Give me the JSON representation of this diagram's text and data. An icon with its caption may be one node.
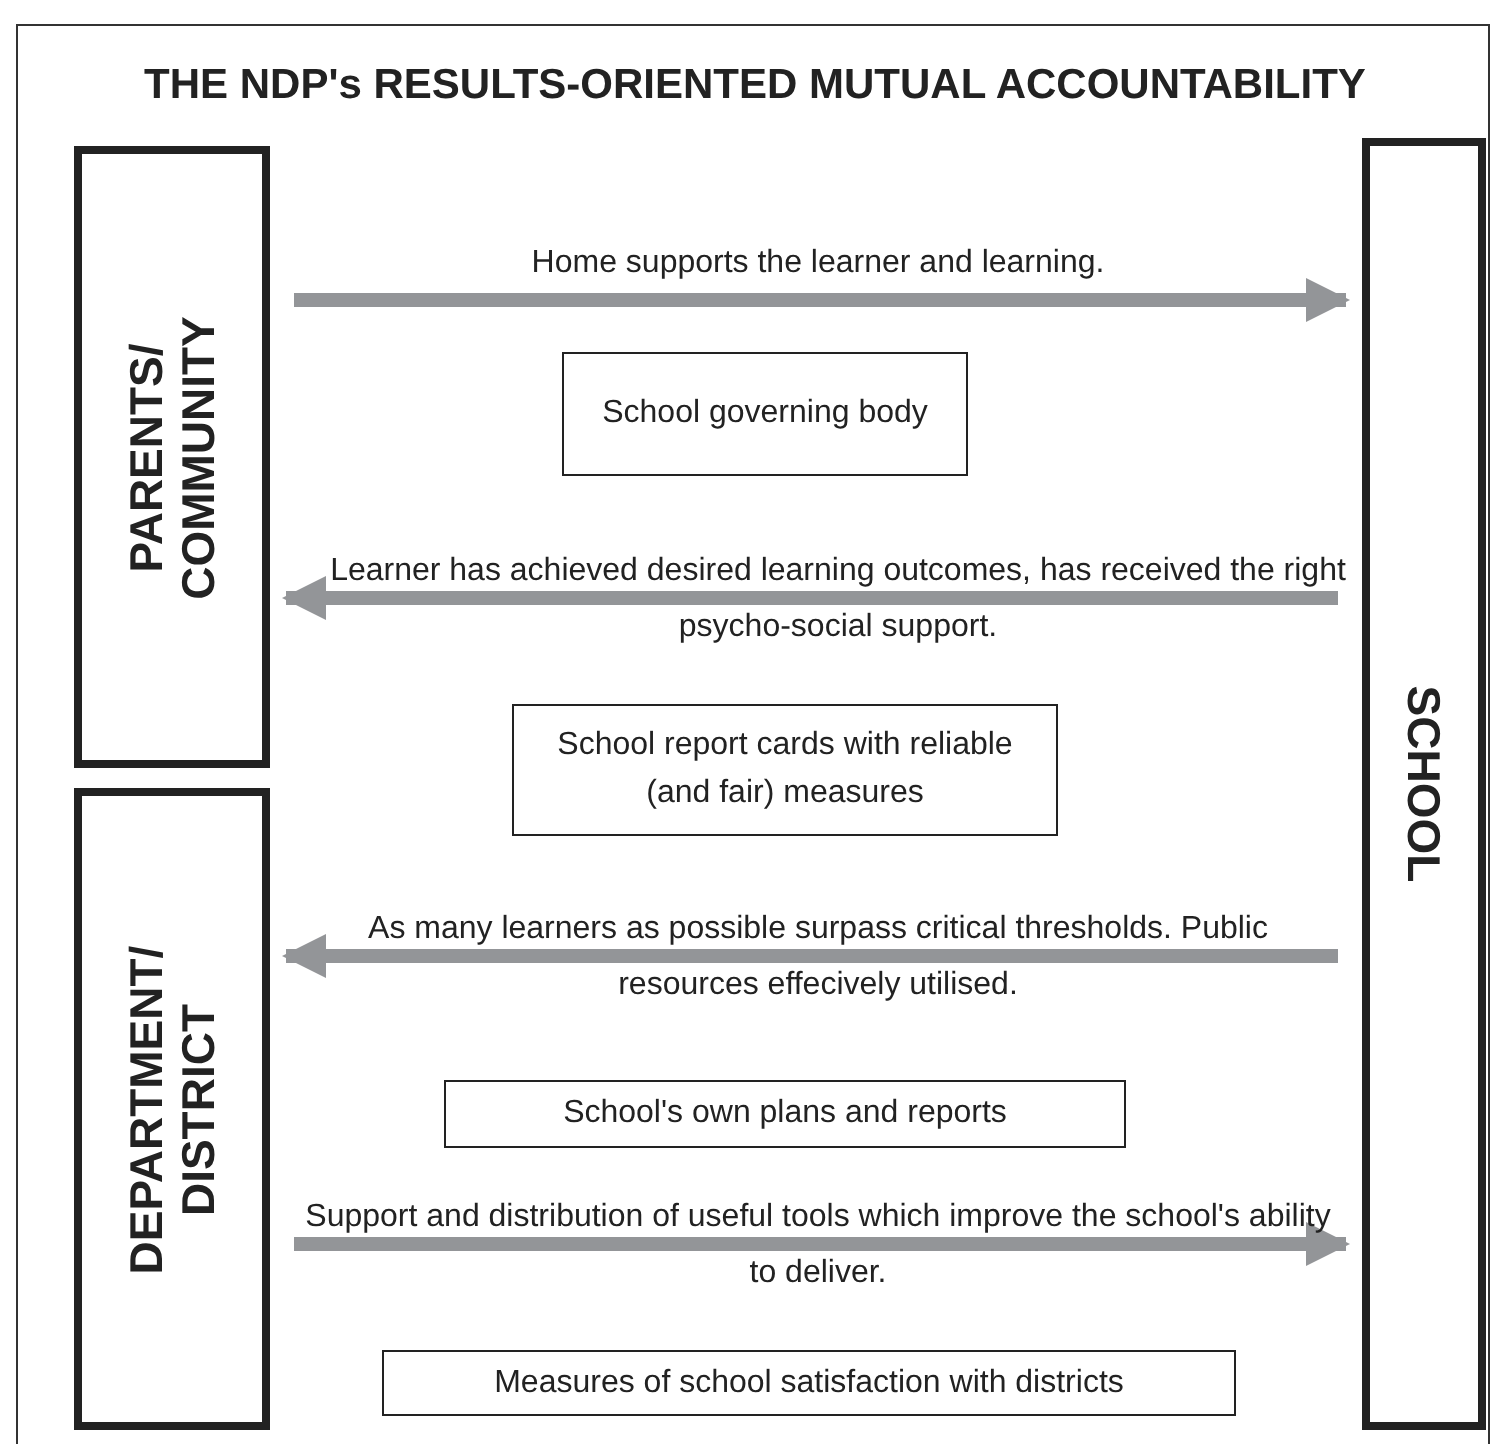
{
  "diagram": {
    "title": "THE NDP's RESULTS-ORIENTED MUTUAL ACCOUNTABILITY",
    "nodes": [
      {
        "text": [
          "PARENTS/ COMMUNITY"
        ]
      },
      {
        "text": [
          "DEPARTMENT/ DISTRICT"
        ]
      },
      {
        "text": [
          "SCHOOL"
        ]
      },
      {
        "text": [
          "School governing body"
        ]
      },
      {
        "text": [
          "School report cards with reliable (and fair) measures"
        ]
      },
      {
        "text": [
          "School's own plans and reports"
        ]
      },
      {
        "text": [
          "Measures of school satisfaction with districts"
        ]
      }
    ],
    "edges": [
      {
        "from": 0,
        "to": 2,
        "arrow": "to",
        "label": "Home supports the learner and learning."
      },
      {
        "from": 2,
        "to": 0,
        "arrow": "to",
        "label": "Learner has achieved desired learning outcomes, has received the right psycho-social support."
      },
      {
        "from": 2,
        "to": 1,
        "arrow": "to",
        "label": "As many learners as possible surpass critical thresholds. Public resources effecively utilised."
      },
      {
        "from": 1,
        "to": 2,
        "arrow": "to",
        "label": "Support and distribution of useful tools which improve the school's ability to deliver."
      }
    ]
  }
}
